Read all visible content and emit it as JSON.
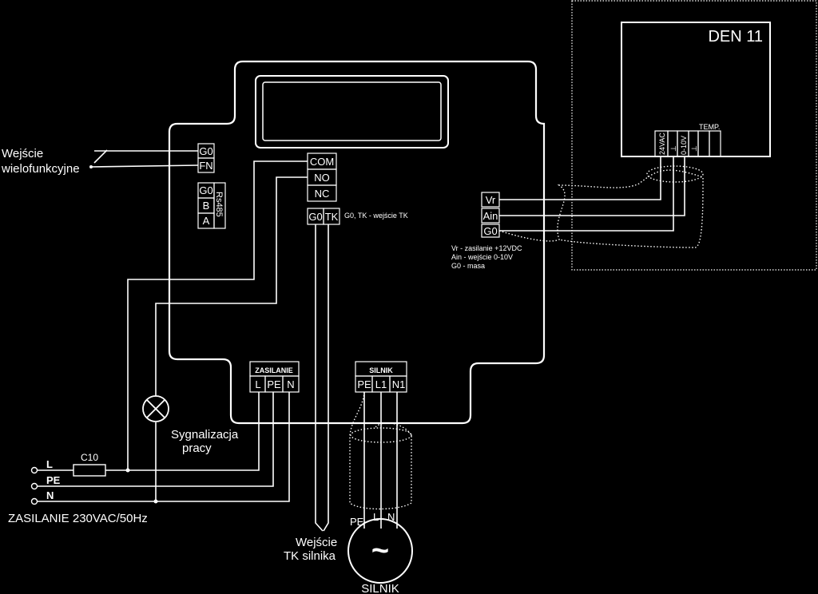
{
  "multi_input": {
    "line1": "Wejście",
    "line2": "wielofunkcyjne",
    "terms": [
      "G0",
      "FN"
    ]
  },
  "rs485": {
    "terms": [
      "G0",
      "B",
      "A"
    ],
    "label": "Rs485"
  },
  "relay": {
    "terms": [
      "COM",
      "NO",
      "NC"
    ]
  },
  "tk": {
    "terms": [
      "G0",
      "TK"
    ],
    "note": "G0, TK - wejście TK"
  },
  "analog": {
    "terms": [
      "Vr",
      "Ain",
      "G0"
    ],
    "notes": [
      "Vr - zasilanie +12VDC",
      "Ain - wejście 0-10V",
      "G0 - masa"
    ]
  },
  "den11": {
    "title": "DEN 11",
    "terms": [
      "24VAC",
      "⊥",
      "0-10V",
      "⊥"
    ],
    "temp": "TEMP."
  },
  "zasilanie_block": {
    "title": "ZASILANIE",
    "terms": [
      "L",
      "PE",
      "N"
    ]
  },
  "silnik_block": {
    "title": "SILNIK",
    "terms": [
      "PE",
      "L1",
      "N1"
    ]
  },
  "lamp": {
    "line1": "Sygnalizacja",
    "line2": "pracy"
  },
  "supply": {
    "lines": [
      "L",
      "PE",
      "N"
    ],
    "fuse": "C10",
    "label": "ZASILANIE 230VAC/50Hz"
  },
  "tk_motor": {
    "line1": "Wejście",
    "line2": "TK silnika"
  },
  "motor": {
    "terms": [
      "PE",
      "L",
      "N"
    ],
    "symbol": "~",
    "label": "SILNIK"
  }
}
